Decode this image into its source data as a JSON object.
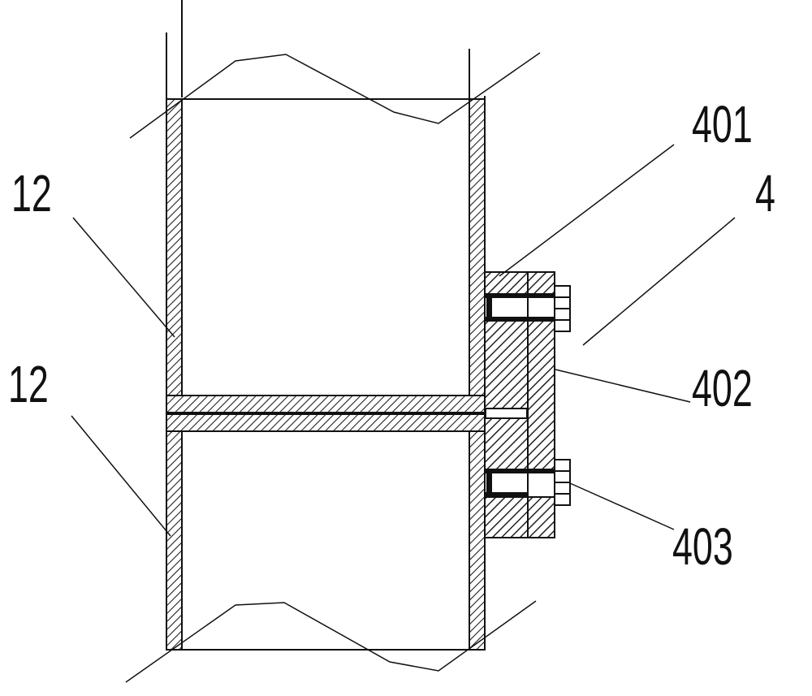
{
  "labels": {
    "part_401": "401",
    "part_4": "4",
    "part_402": "402",
    "part_403": "403",
    "part_12_upper": "12",
    "part_12_lower": "12"
  },
  "colors": {
    "line": "#111111",
    "background": "#ffffff"
  }
}
